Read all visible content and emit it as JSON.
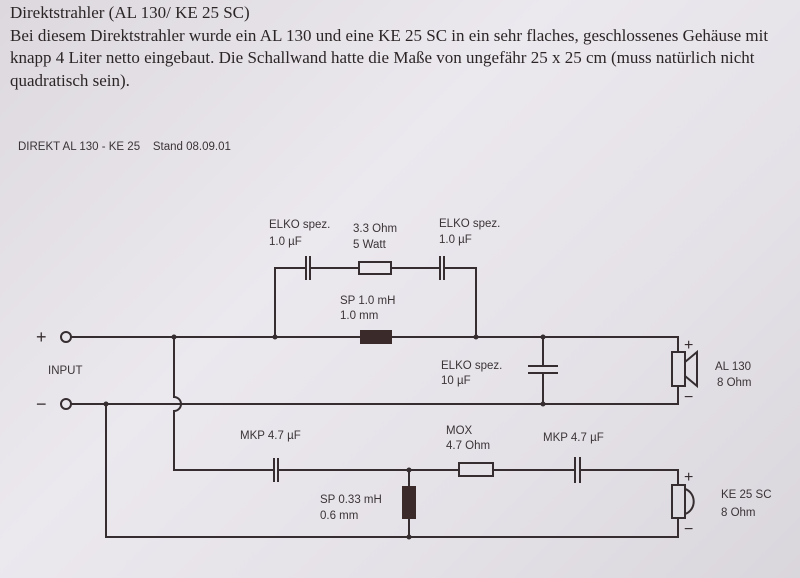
{
  "intro": {
    "title": "Direktstrahler (AL 130/ KE 25 SC)",
    "body": "Bei diesem Direktstrahler wurde ein AL 130 und eine KE 25 SC in ein sehr flaches, geschlossenes Gehäuse mit knapp 4 Liter netto eingebaut. Die Schallwand hatte die Maße von ungefähr 25 x 25 cm (muss natürlich nicht quadratisch sein)."
  },
  "diagram": {
    "caption": "DIREKT AL 130 - KE 25    Stand 08.09.01",
    "input": {
      "label": "INPUT",
      "plus": "+",
      "minus": "−"
    },
    "woofer_branch": {
      "c1": [
        "ELKO spez.",
        "1.0 µF"
      ],
      "r1": [
        "3.3 Ohm",
        "5 Watt"
      ],
      "c2": [
        "ELKO spez.",
        "1.0 µF"
      ],
      "l1": [
        "SP 1.0 mH",
        "1.0 mm"
      ],
      "c3": [
        "ELKO spez.",
        "10 µF"
      ],
      "speaker": [
        "AL 130",
        "8 Ohm"
      ]
    },
    "tweeter_branch": {
      "c1": "MKP 4.7 µF",
      "r1": [
        "MOX",
        "4.7 Ohm"
      ],
      "c2": "MKP 4.7 µF",
      "l1": [
        "SP 0.33 mH",
        "0.6 mm"
      ],
      "speaker": [
        "KE 25 SC",
        "8 Ohm"
      ]
    },
    "polarity": {
      "plus": "+",
      "minus": "−"
    }
  }
}
